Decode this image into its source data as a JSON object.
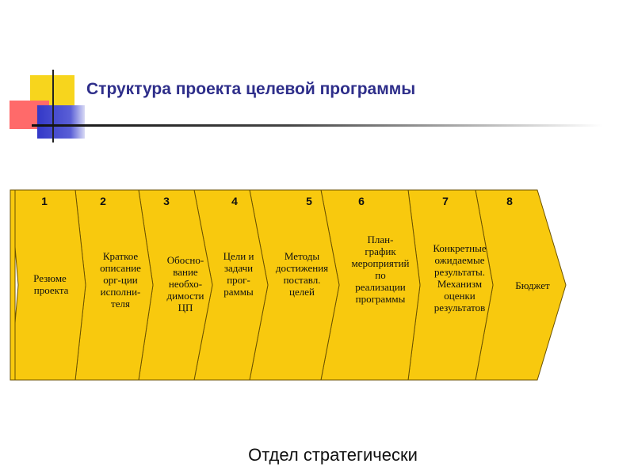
{
  "title": "Структура проекта целевой программы",
  "colors": {
    "shape_fill": "#f8c90e",
    "shape_stroke": "#6b5200",
    "title": "#2e2e8a"
  },
  "steps": [
    {
      "number": "1",
      "text": "Резюме\n проекта"
    },
    {
      "number": "2",
      "text": "Краткое\nописание\nорг-ции\nисполни-\nтеля"
    },
    {
      "number": "3",
      "text": "Обосно-\nвание\nнеобхо-\nдимости\nЦП"
    },
    {
      "number": "4",
      "text": "Цели и\nзадачи\nпрог-\nраммы"
    },
    {
      "number": "5",
      "text": "Методы\nдостижения\nпоставл.\nцелей"
    },
    {
      "number": "6",
      "text": "План-\nграфик\nмероприятий\nпо\nреализации\nпрограммы"
    },
    {
      "number": "7",
      "text": "Конкретные\nожидаемые\nрезультаты.\nМеханизм\nоценки\nрезультатов"
    },
    {
      "number": "8",
      "text": "Бюджет"
    }
  ],
  "footer": "Отдел стратегически"
}
